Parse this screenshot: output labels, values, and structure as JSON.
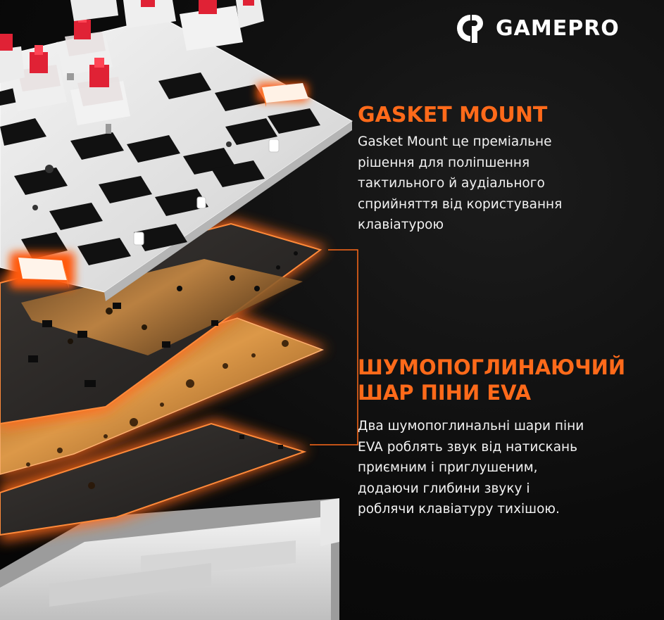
{
  "brand": {
    "name": "GAMEPRO",
    "logo_icon": "gamepro-gp-mark"
  },
  "colors": {
    "accent": "#FF6A1A",
    "text": "#F2F2F2",
    "background": "#0A0A0A",
    "plate": "#E4E4E4",
    "foam_dark": "#2A2624",
    "foam_gold": "#D28C3A",
    "switch_stem": "#E02235"
  },
  "sections": [
    {
      "title": "GASKET MOUNT",
      "text": "Gasket Mount це преміальне\nрішення для поліпшення\nтактильного й аудіального\nсприйняття від користування\nклавіатурою"
    },
    {
      "title": "ШУМОПОГЛИНАЮЧИЙ\nШАР ПІНИ EVA",
      "text": "Два шумопоглинальні шари піни\nEVA роблять звук від натискань\nприємним і приглушеним,\nдодаючи глибини звуку і\nроблячи клавіатуру тихішою."
    }
  ]
}
